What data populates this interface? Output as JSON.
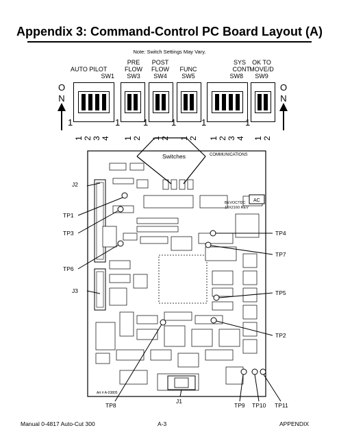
{
  "title": "Appendix 3:  Command-Control PC Board Layout (A)",
  "note": "Note:  Switch Settings May Vary.",
  "switches": [
    {
      "id": "sw1",
      "line1": "AUTO PILOT",
      "line2": "SW1",
      "positions": [
        "1",
        "2",
        "3",
        "4"
      ]
    },
    {
      "id": "sw3",
      "line1": "PRE",
      "line2": "FLOW",
      "line3": "SW3",
      "positions": [
        "1",
        "2"
      ]
    },
    {
      "id": "sw4",
      "line1": "POST",
      "line2": "FLOW",
      "line3": "SW4",
      "positions": [
        "1",
        "2"
      ]
    },
    {
      "id": "sw5",
      "line1": "FUNC",
      "line2": "SW5",
      "positions": [
        "1",
        "2"
      ]
    },
    {
      "id": "sw8",
      "line1": "SYS",
      "line2": "CONT",
      "line3": "SW8",
      "positions": [
        "1",
        "2",
        "3",
        "4"
      ]
    },
    {
      "id": "sw9",
      "line1": "OK TO",
      "line2": "MOVE/D",
      "line3": "SW9",
      "positions": [
        "1",
        "2"
      ]
    }
  ],
  "on_label": {
    "o": "O",
    "n": "N"
  },
  "board": {
    "switches_callout": "Switches",
    "communications": "COMMUNICATIONS",
    "part_line1": "19X2160 REV",
    "part_line2": "BEVOCTDC",
    "ac": "AC",
    "art_number": "Art # A-03805"
  },
  "labels_left": [
    "J2",
    "TP1",
    "TP3",
    "TP6",
    "J3"
  ],
  "labels_right": [
    "TP4",
    "TP7",
    "TP5",
    "TP2"
  ],
  "labels_bottom": [
    "TP8",
    "J1",
    "TP9",
    "TP10",
    "TP11"
  ],
  "footer": {
    "left": "Manual  0-4817  Auto-Cut 300",
    "center": "A-3",
    "right": "APPENDIX"
  }
}
